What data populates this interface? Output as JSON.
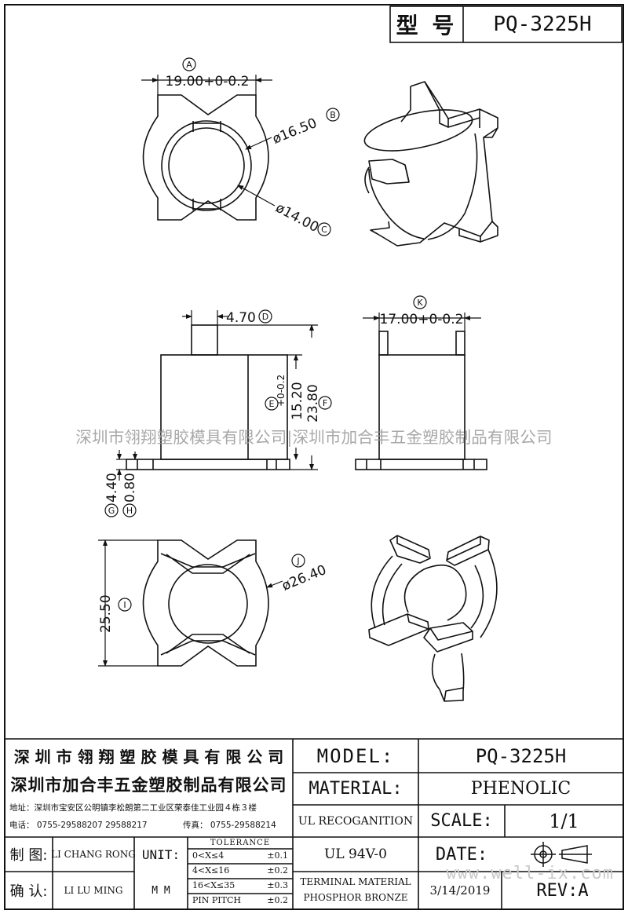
{
  "header": {
    "label": "型 号",
    "model": "PQ-3225H"
  },
  "dims": {
    "A": "19.00+0-0.2",
    "A_tag": "A",
    "B": "ø16.50",
    "B_tag": "B",
    "C": "ø14.00",
    "C_tag": "C",
    "D": "4.70",
    "D_tag": "D",
    "K": "17.00+0-0.2",
    "K_tag": "K",
    "E": "15.20",
    "E_tol": "+0-0.2",
    "E_tag": "E",
    "F": "23.80",
    "F_tag": "F",
    "G": "4.40",
    "G_tag": "G",
    "H": "0.80",
    "H_tag": "H",
    "I": "25.50",
    "I_tag": "I",
    "J": "ø26.40",
    "J_tag": "J"
  },
  "watermark": "深圳市翎翔塑胶模具有限公司|深圳市加合丰五金塑胶制品有限公司",
  "watermark2": "www.well-ix.com",
  "titleblock": {
    "company1": "深 圳 市 翎 翔 塑 胶 模 具 有 限 公 司",
    "company2": "深圳市加合丰五金塑胶制品有限公司",
    "address": "地址：深圳市宝安区公明镇李松朗第二工业区荣泰佳工业园４栋３楼",
    "phone": "电话： 0755-29588207  29588217",
    "fax": "传真： 0755-29588214",
    "model_label": "MODEL:",
    "model_value": "PQ-3225H",
    "material_label": "MATERIAL:",
    "material_value": "PHENOLIC",
    "ul_label": "UL RECOGANITION",
    "ul_value": "UL 94V-0",
    "scale_label": "SCALE:",
    "scale_value": "1/1",
    "date_label": "DATE:",
    "date_value": "3/14/2019",
    "rev_value": "REV:A",
    "terminal1": "TERMINAL MATERIAL",
    "terminal2": "PHOSPHOR  BRONZE",
    "draw_label": "制 图:",
    "draw_name": "LI CHANG RONG",
    "check_label": "确 认:",
    "check_name": "LI LU MING",
    "unit_label": "UNIT:",
    "unit_value": "M M",
    "tol_title": "TOLERANCE",
    "tol_rows": [
      {
        "range": "0<X≤4",
        "value": "±0.1"
      },
      {
        "range": "4<X≤16",
        "value": "±0.2"
      },
      {
        "range": "16<X≤35",
        "value": "±0.3"
      },
      {
        "range": "PIN PITCH",
        "value": "±0.2"
      }
    ]
  }
}
